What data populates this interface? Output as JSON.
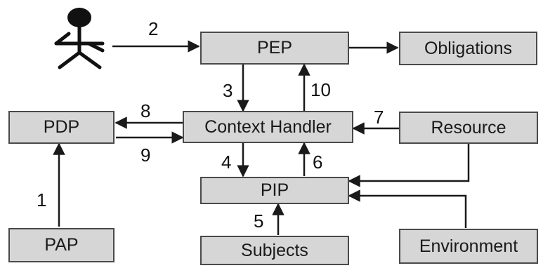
{
  "diagram": {
    "nodes": {
      "pep": "PEP",
      "obligations": "Obligations",
      "pdp": "PDP",
      "context_handler": "Context Handler",
      "resource": "Resource",
      "pip": "PIP",
      "pap": "PAP",
      "subjects": "Subjects",
      "environment": "Environment"
    },
    "edge_labels": {
      "user_to_pep": "2",
      "pep_to_ch": "3",
      "ch_to_pep": "10",
      "ch_to_pdp": "8",
      "pdp_to_ch": "9",
      "resource_to_ch": "7",
      "ch_to_pip": "4",
      "pip_to_ch": "6",
      "pap_to_pdp": "1",
      "subjects_to_pip": "5"
    },
    "colors": {
      "box_fill": "#d6d6d6",
      "box_border": "#4a4a4a",
      "line": "#1a1a1a"
    }
  }
}
